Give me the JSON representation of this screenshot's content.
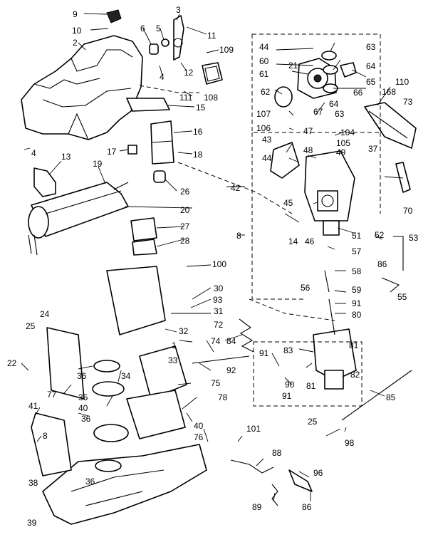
{
  "callouts": [
    {
      "id": "9",
      "text": "9"
    },
    {
      "id": "10",
      "text": "10"
    },
    {
      "id": "2",
      "text": "2"
    },
    {
      "id": "6",
      "text": "6"
    },
    {
      "id": "5",
      "text": "5"
    },
    {
      "id": "3",
      "text": "3"
    },
    {
      "id": "11",
      "text": "11"
    },
    {
      "id": "109",
      "text": "109"
    },
    {
      "id": "12",
      "text": "12"
    },
    {
      "id": "4a",
      "text": "4"
    },
    {
      "id": "111",
      "text": "111"
    },
    {
      "id": "108",
      "text": "108"
    },
    {
      "id": "15",
      "text": "15"
    },
    {
      "id": "16",
      "text": "16"
    },
    {
      "id": "17",
      "text": "17"
    },
    {
      "id": "18",
      "text": "18"
    },
    {
      "id": "4b",
      "text": "4"
    },
    {
      "id": "13",
      "text": "13"
    },
    {
      "id": "19",
      "text": "19"
    },
    {
      "id": "26",
      "text": "26"
    },
    {
      "id": "42",
      "text": "42"
    },
    {
      "id": "20",
      "text": "20"
    },
    {
      "id": "27",
      "text": "27"
    },
    {
      "id": "28",
      "text": "28"
    },
    {
      "id": "8a",
      "text": "8"
    },
    {
      "id": "14",
      "text": "14"
    },
    {
      "id": "44a",
      "text": "44"
    },
    {
      "id": "60",
      "text": "60"
    },
    {
      "id": "63a",
      "text": "63"
    },
    {
      "id": "21",
      "text": "21"
    },
    {
      "id": "64a",
      "text": "64"
    },
    {
      "id": "61",
      "text": "61"
    },
    {
      "id": "65",
      "text": "65"
    },
    {
      "id": "62",
      "text": "62"
    },
    {
      "id": "66",
      "text": "66"
    },
    {
      "id": "110",
      "text": "110"
    },
    {
      "id": "168",
      "text": "168"
    },
    {
      "id": "64b",
      "text": "64"
    },
    {
      "id": "67",
      "text": "67"
    },
    {
      "id": "63b",
      "text": "63"
    },
    {
      "id": "73",
      "text": "73"
    },
    {
      "id": "107",
      "text": "107"
    },
    {
      "id": "106",
      "text": "106"
    },
    {
      "id": "47",
      "text": "47"
    },
    {
      "id": "104",
      "text": "104"
    },
    {
      "id": "43",
      "text": "43"
    },
    {
      "id": "105",
      "text": "105"
    },
    {
      "id": "48",
      "text": "48"
    },
    {
      "id": "49",
      "text": "49"
    },
    {
      "id": "37",
      "text": "37"
    },
    {
      "id": "44b",
      "text": "44"
    },
    {
      "id": "70",
      "text": "70"
    },
    {
      "id": "45",
      "text": "45"
    },
    {
      "id": "46",
      "text": "46"
    },
    {
      "id": "52",
      "text": "52"
    },
    {
      "id": "53",
      "text": "53"
    },
    {
      "id": "51",
      "text": "51"
    },
    {
      "id": "57",
      "text": "57"
    },
    {
      "id": "58",
      "text": "58"
    },
    {
      "id": "86a",
      "text": "86"
    },
    {
      "id": "55",
      "text": "55"
    },
    {
      "id": "59",
      "text": "59"
    },
    {
      "id": "56",
      "text": "56"
    },
    {
      "id": "91a",
      "text": "91"
    },
    {
      "id": "80",
      "text": "80"
    },
    {
      "id": "100",
      "text": "100"
    },
    {
      "id": "30",
      "text": "30"
    },
    {
      "id": "93",
      "text": "93"
    },
    {
      "id": "31",
      "text": "31"
    },
    {
      "id": "72",
      "text": "72"
    },
    {
      "id": "25a",
      "text": "25"
    },
    {
      "id": "24",
      "text": "24"
    },
    {
      "id": "32",
      "text": "32"
    },
    {
      "id": "1",
      "text": "1"
    },
    {
      "id": "83",
      "text": "83"
    },
    {
      "id": "81a",
      "text": "81"
    },
    {
      "id": "74",
      "text": "74"
    },
    {
      "id": "84",
      "text": "84"
    },
    {
      "id": "91b",
      "text": "91"
    },
    {
      "id": "33",
      "text": "33"
    },
    {
      "id": "22",
      "text": "22"
    },
    {
      "id": "36a",
      "text": "36"
    },
    {
      "id": "34",
      "text": "34"
    },
    {
      "id": "92",
      "text": "92"
    },
    {
      "id": "75",
      "text": "75"
    },
    {
      "id": "82",
      "text": "82"
    },
    {
      "id": "77",
      "text": "77"
    },
    {
      "id": "90",
      "text": "90"
    },
    {
      "id": "81b",
      "text": "81"
    },
    {
      "id": "35",
      "text": "35"
    },
    {
      "id": "78",
      "text": "78"
    },
    {
      "id": "91c",
      "text": "91"
    },
    {
      "id": "41",
      "text": "41"
    },
    {
      "id": "40a",
      "text": "40"
    },
    {
      "id": "85",
      "text": "85"
    },
    {
      "id": "36b",
      "text": "36"
    },
    {
      "id": "40b",
      "text": "40"
    },
    {
      "id": "76",
      "text": "76"
    },
    {
      "id": "25b",
      "text": "25"
    },
    {
      "id": "8b",
      "text": "8"
    },
    {
      "id": "101",
      "text": "101"
    },
    {
      "id": "98",
      "text": "98"
    },
    {
      "id": "88",
      "text": "88"
    },
    {
      "id": "38",
      "text": "38"
    },
    {
      "id": "36c",
      "text": "36"
    },
    {
      "id": "96",
      "text": "96"
    },
    {
      "id": "89",
      "text": "89"
    },
    {
      "id": "86b",
      "text": "86"
    },
    {
      "id": "39",
      "text": "39"
    }
  ]
}
